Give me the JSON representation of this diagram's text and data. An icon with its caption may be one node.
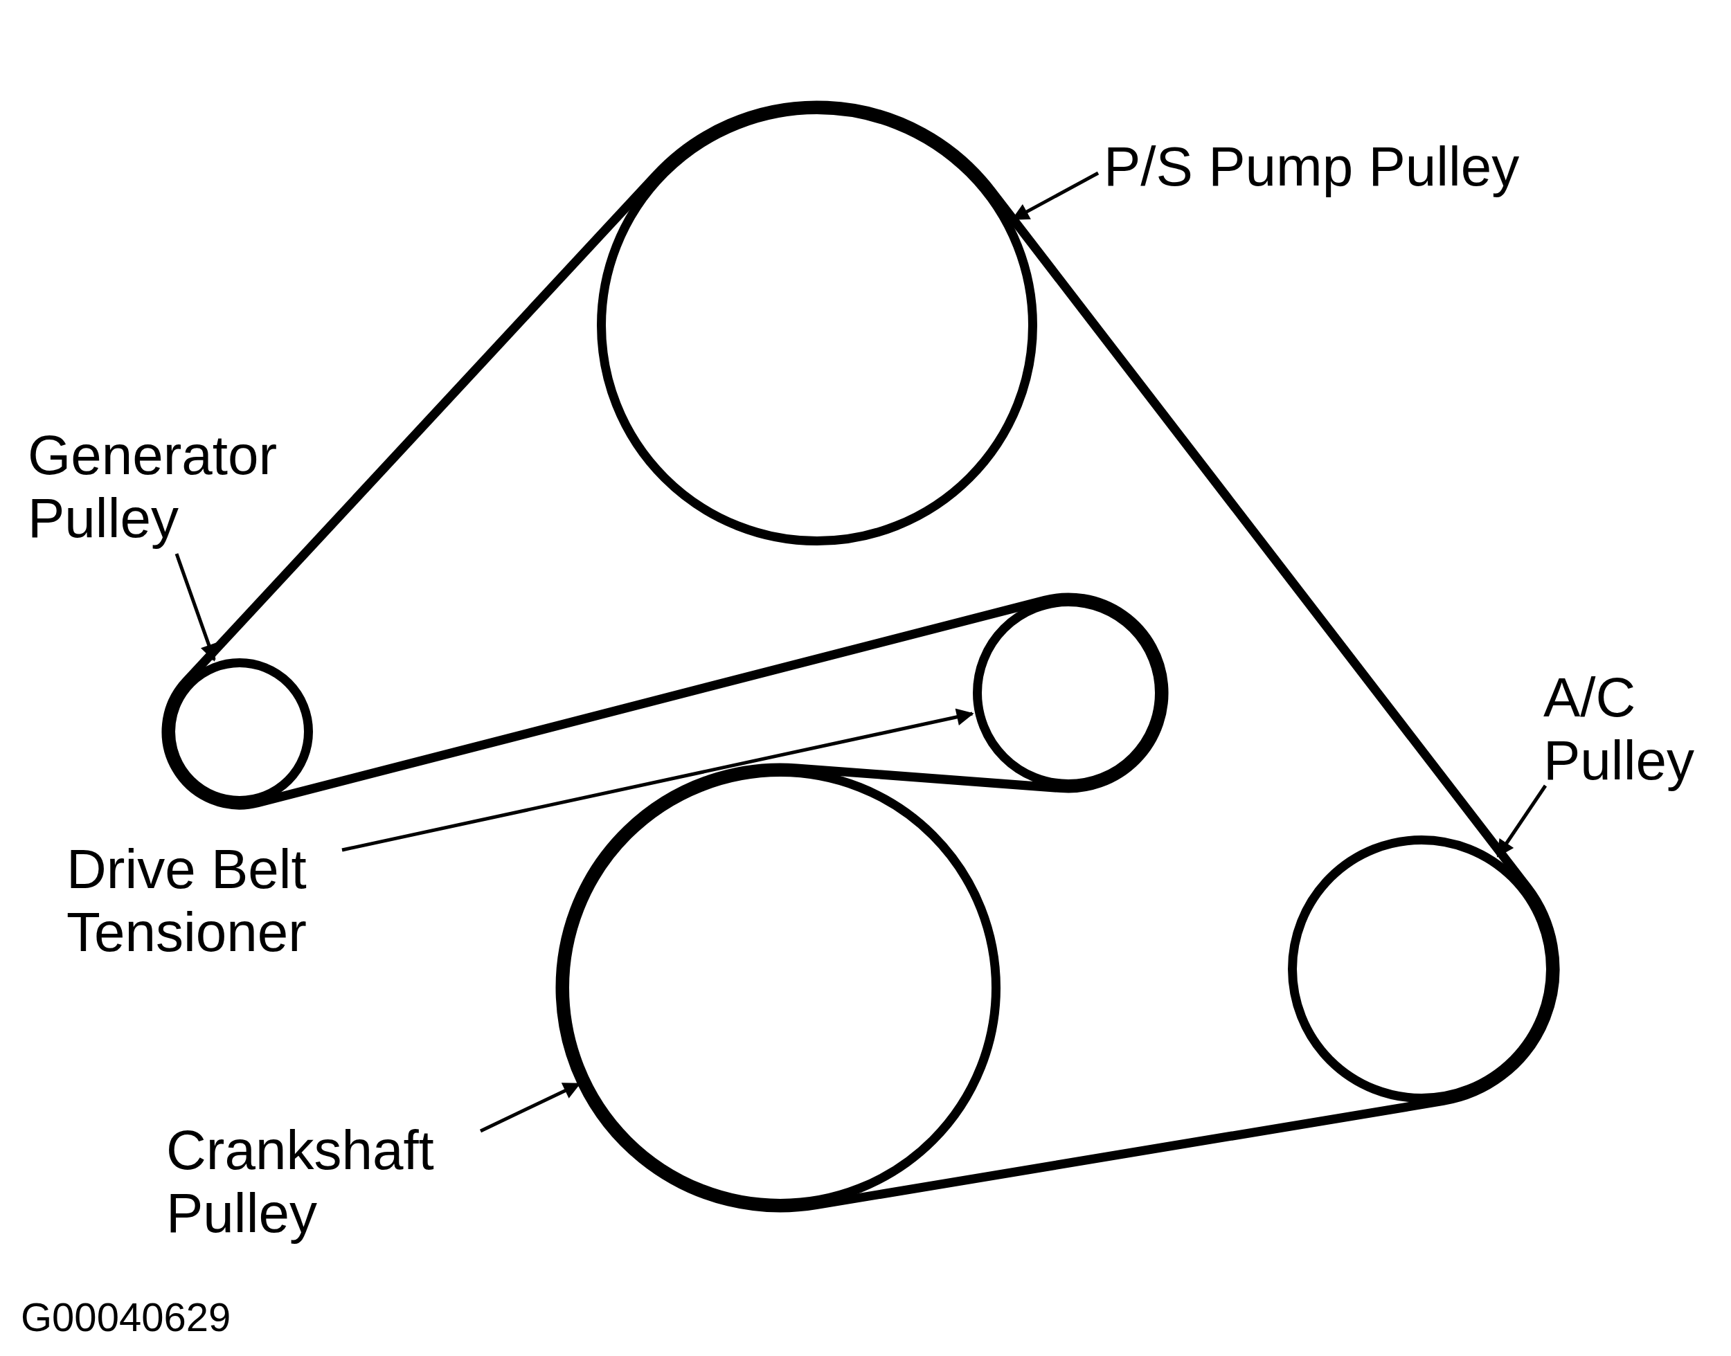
{
  "diagram": {
    "nodes": [
      {
        "text": [
          "P/S Pump Pulley"
        ]
      },
      {
        "text": [],
        "shape": "circle"
      },
      {
        "text": [
          "Generator Pulley"
        ]
      },
      {
        "text": [
          "A/C Pulley"
        ]
      },
      {
        "text": [],
        "shape": "circle"
      },
      {
        "text": [],
        "shape": "circle"
      },
      {
        "text": [
          "Drive Belt Tensioner"
        ]
      },
      {
        "text": [],
        "shape": "circle"
      },
      {
        "text": [],
        "shape": "circle"
      },
      {
        "text": [
          "Crankshaft Pulley"
        ]
      }
    ],
    "edges": [
      {
        "from": 0,
        "to": 1,
        "arrow": "to"
      },
      {
        "from": 2,
        "to": 4,
        "arrow": "to"
      },
      {
        "from": 3,
        "to": 7,
        "arrow": "to"
      },
      {
        "from": 6,
        "to": 5,
        "arrow": "to"
      },
      {
        "from": 9,
        "to": 8,
        "arrow": "to"
      }
    ],
    "labels": [
      "G00040629"
    ]
  }
}
